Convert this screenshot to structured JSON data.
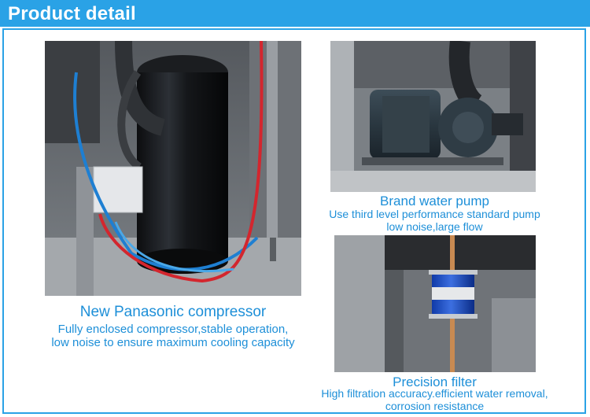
{
  "header": {
    "title": "Product detail"
  },
  "sections": {
    "compressor": {
      "title": "New Panasonic compressor",
      "lines": [
        "Fully enclosed compressor,stable operation,",
        "low noise to ensure maximum cooling capacity"
      ]
    },
    "pump": {
      "title": "Brand water pump",
      "lines": [
        "Use third level performance standard pump",
        "low noise,large flow"
      ]
    },
    "filter": {
      "title": "Precision filter",
      "lines": [
        "High filtration accuracy.efficient water removal,",
        "corrosion resistance"
      ]
    }
  },
  "colors": {
    "accent": "#2aa2e6",
    "caption": "#1d8fd8"
  }
}
